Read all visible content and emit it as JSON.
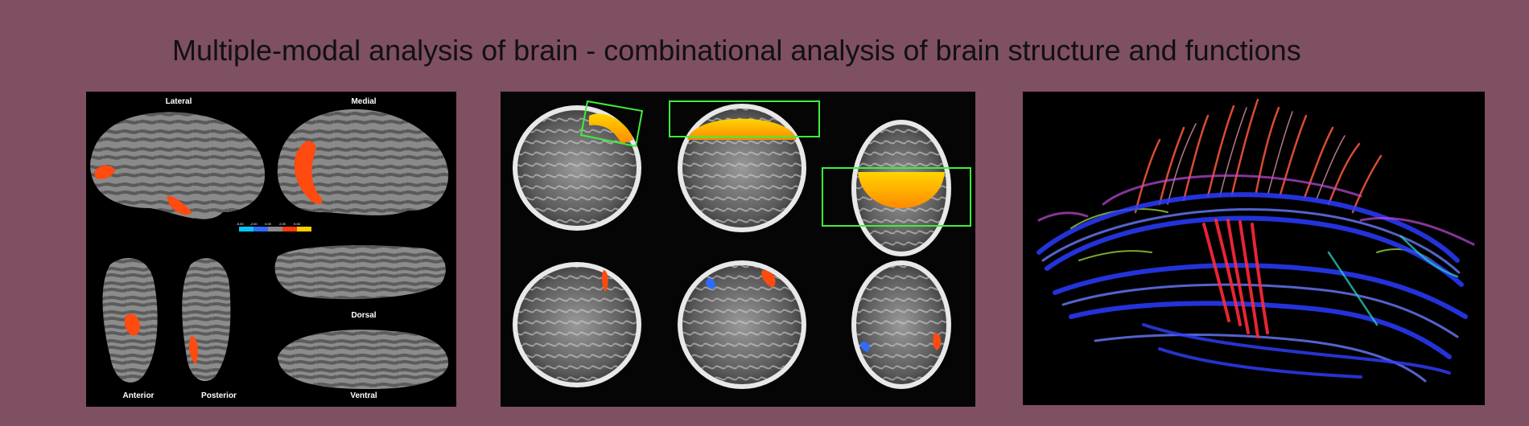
{
  "title": "Multiple-modal analysis of brain - combinational analysis of brain structure and functions",
  "surface_panel": {
    "labels": {
      "lateral": "Lateral",
      "medial": "Medial",
      "dorsal": "Dorsal",
      "anterior": "Anterior",
      "posterior": "Posterior",
      "ventral": "Ventral"
    },
    "colorbar_ticks": [
      "-5.00",
      "-2.00",
      "0.00",
      "2.00",
      "5.00"
    ]
  },
  "colors": {
    "background": "#7f4f62",
    "activation_hot": "#ff4a10",
    "activation_cold": "#2e6bff",
    "roi_box": "#3cf03c"
  }
}
